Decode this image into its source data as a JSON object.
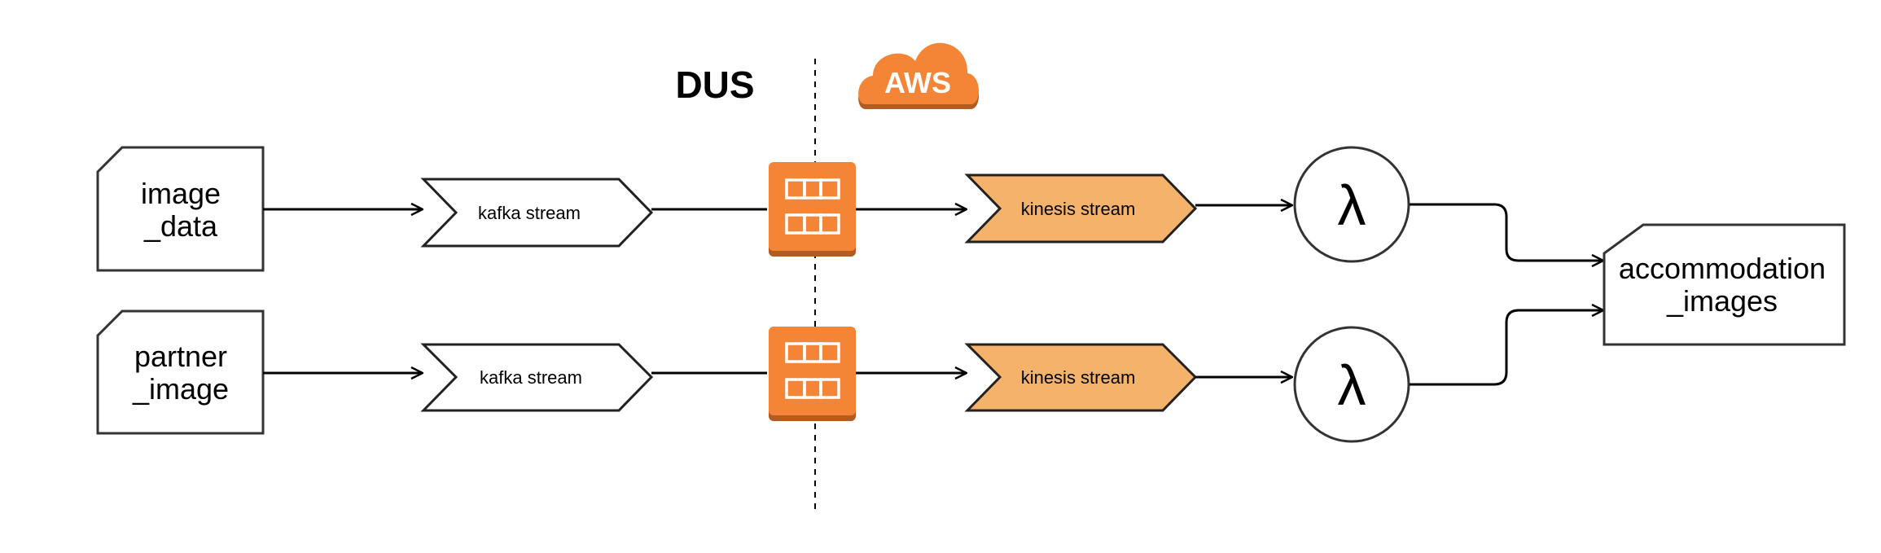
{
  "regions": {
    "left_label": "DUS",
    "right_label": "AWS"
  },
  "sources": [
    {
      "line1": "image",
      "line2": "_data"
    },
    {
      "line1": "partner",
      "line2": "_image"
    }
  ],
  "kafka_streams": [
    "kafka stream",
    "kafka stream"
  ],
  "kinesis_streams": [
    "kinesis stream",
    "kinesis stream"
  ],
  "lambdas": [
    "λ",
    "λ"
  ],
  "sink": {
    "line1": "accommodation",
    "line2": "_images"
  },
  "colors": {
    "aws_orange": "#F58536",
    "aws_orange_dark": "#B35C22",
    "kinesis_fill": "#F5B26B",
    "stroke": "#000000"
  },
  "icons": {
    "connector": "aws-kinesis-connector-icon",
    "cloud": "aws-cloud-icon",
    "lambda": "lambda-icon"
  }
}
